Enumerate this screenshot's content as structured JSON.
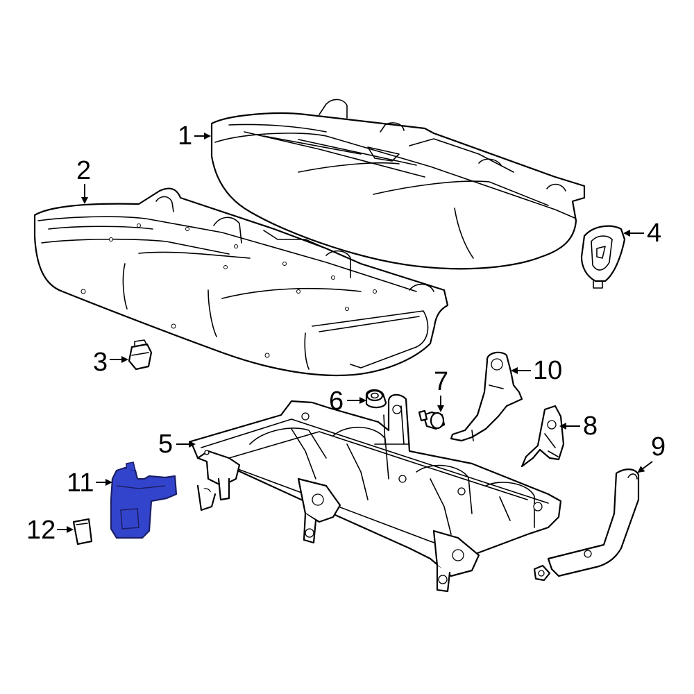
{
  "colors": {
    "background": "#ffffff",
    "line": "#000000",
    "highlight_fill": "#3344cc",
    "highlight_stroke": "#1a1f66"
  },
  "highlighted_part": "11",
  "callouts": [
    {
      "id": "c1",
      "label": "1"
    },
    {
      "id": "c2",
      "label": "2"
    },
    {
      "id": "c3",
      "label": "3"
    },
    {
      "id": "c4",
      "label": "4"
    },
    {
      "id": "c5",
      "label": "5"
    },
    {
      "id": "c6",
      "label": "6"
    },
    {
      "id": "c7",
      "label": "7"
    },
    {
      "id": "c8",
      "label": "8"
    },
    {
      "id": "c9",
      "label": "9"
    },
    {
      "id": "c10",
      "label": "10"
    },
    {
      "id": "c11",
      "label": "11"
    },
    {
      "id": "c12",
      "label": "12"
    }
  ]
}
